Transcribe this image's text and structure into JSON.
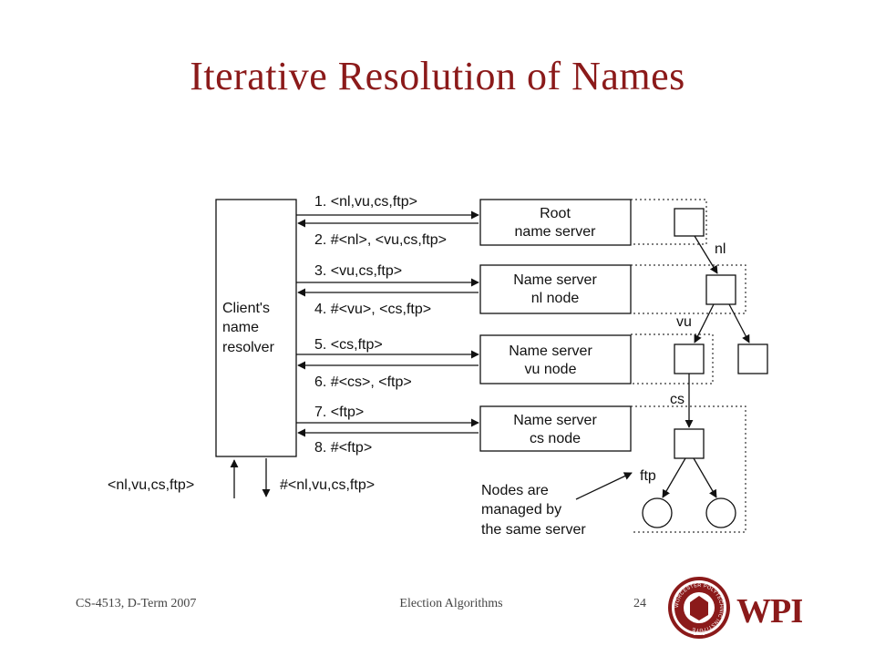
{
  "slide": {
    "title": "Iterative Resolution of Names"
  },
  "client": {
    "label_lines": [
      "Client's",
      "name",
      "resolver"
    ]
  },
  "servers": [
    {
      "id": "root",
      "lines": [
        "Root",
        "name server"
      ]
    },
    {
      "id": "nl",
      "lines": [
        "Name server",
        "nl node"
      ]
    },
    {
      "id": "vu",
      "lines": [
        "Name server",
        "vu node"
      ]
    },
    {
      "id": "cs",
      "lines": [
        "Name server",
        "cs node"
      ]
    }
  ],
  "messages": [
    "1. <nl,vu,cs,ftp>",
    "2. #<nl>, <vu,cs,ftp>",
    "3. <vu,cs,ftp>",
    "4. #<vu>, <cs,ftp>",
    "5. <cs,ftp>",
    "6. #<cs>, <ftp>",
    "7. <ftp>",
    "8. #<ftp>"
  ],
  "io": {
    "request": "<nl,vu,cs,ftp>",
    "response": "#<nl,vu,cs,ftp>"
  },
  "tree_labels": {
    "nl": "nl",
    "vu": "vu",
    "cs": "cs",
    "ftp": "ftp"
  },
  "note_lines": [
    "Nodes are",
    "managed by",
    "the same server"
  ],
  "footer": {
    "course": "CS-4513, D-Term 2007",
    "topic": "Election Algorithms",
    "page": "24"
  },
  "logo": {
    "text": "WPI",
    "seal_text": "WORCESTER POLYTECHNIC INSTITUTE",
    "seal_year": "1865"
  },
  "colors": {
    "title": "#8b1a1a",
    "logo": "#8b1a1a"
  }
}
